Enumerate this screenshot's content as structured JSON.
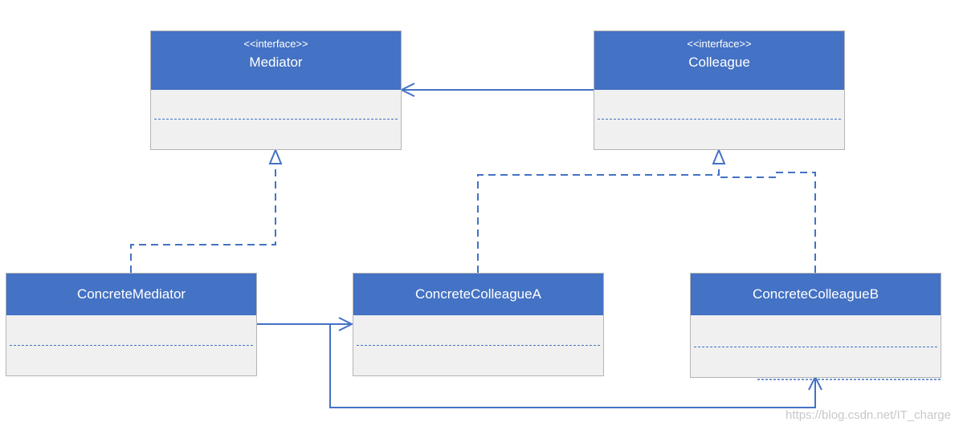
{
  "classes": {
    "mediator": {
      "stereotype": "<<interface>>",
      "name": "Mediator"
    },
    "colleague": {
      "stereotype": "<<interface>>",
      "name": "Colleague"
    },
    "concrete_mediator": {
      "name": "ConcreteMediator"
    },
    "concrete_colleague_a": {
      "name": "ConcreteColleagueA"
    },
    "concrete_colleague_b": {
      "name": "ConcreteColleagueB"
    }
  },
  "watermark": "https://blog.csdn.net/IT_charge",
  "colors": {
    "header": "#4472c4",
    "body": "#f0f0f0",
    "line": "#4472c4",
    "border": "#b4b4b4"
  }
}
